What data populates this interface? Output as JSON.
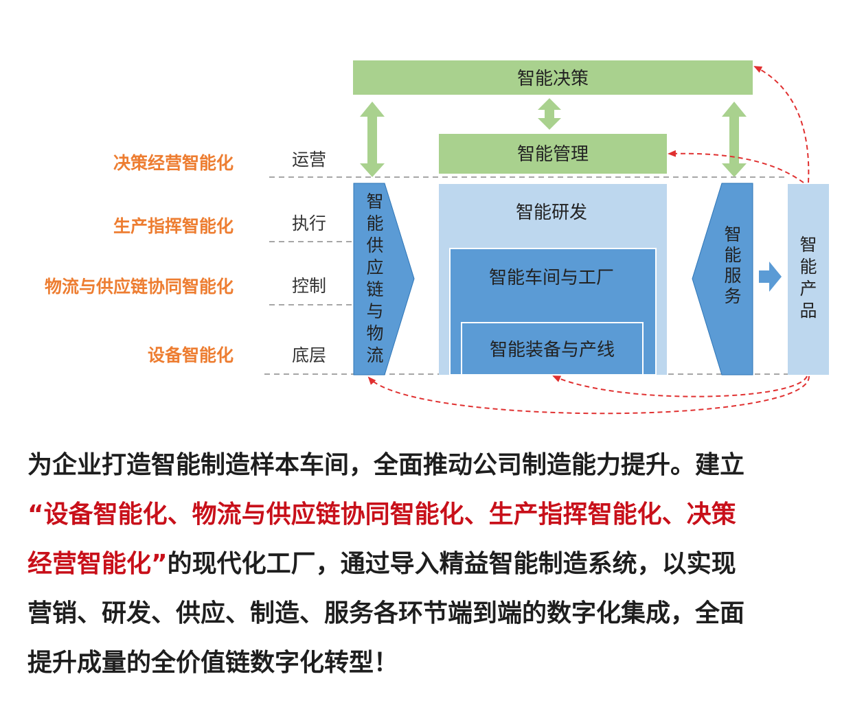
{
  "colors": {
    "green": "#a9d18e",
    "light_blue": "#bdd7ee",
    "mid_blue": "#5b9bd5",
    "orange": "#ed7d31",
    "red_dash": "#e03030",
    "red_text": "#c8101a",
    "gray_dash": "#a6a6a6"
  },
  "levels": {
    "goals": [
      "决策经营智能化",
      "生产指挥智能化",
      "物流与供应链协同智能化",
      "设备智能化"
    ],
    "layers": [
      "运营",
      "执行",
      "控制",
      "底层"
    ]
  },
  "boxes": {
    "decision": "智能决策",
    "management": "智能管理",
    "rnd": "智能研发",
    "workshop": "智能车间与工厂",
    "equipment": "智能装备与产线",
    "supply": [
      "智",
      "能",
      "供",
      "应",
      "链",
      "与",
      "物",
      "流"
    ],
    "service": [
      "智",
      "能",
      "服",
      "务"
    ],
    "product": [
      "智",
      "能",
      "产",
      "品"
    ]
  },
  "paragraph": {
    "line1": "为企业打造智能制造样本车间，全面推动公司制造能力提升。建立",
    "line2_red": "“设备智能化、物流与供应链协同智能化、生产指挥智能化、决策",
    "line3_red": "经营智能化”",
    "line3_rest": "的现代化工厂，通过导入精益智能制造系统，以实现",
    "line4": "营销、研发、供应、制造、服务各环节端到端的数字化集成，全面",
    "line5": "提升成量的全价值链数字化转型！"
  }
}
